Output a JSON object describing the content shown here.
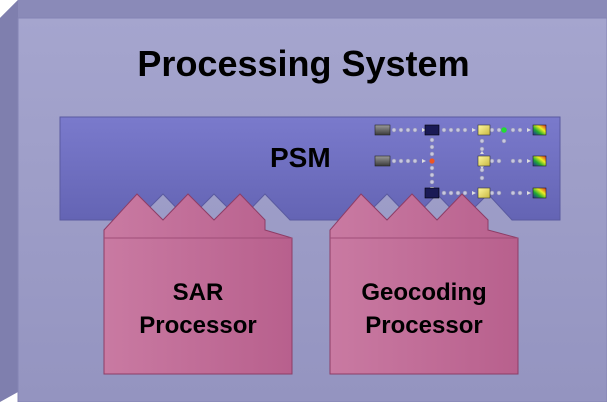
{
  "diagram": {
    "title": "Processing System",
    "psm_label": "PSM",
    "processors": [
      {
        "line1": "SAR",
        "line2": "Processor"
      },
      {
        "line1": "Geocoding",
        "line2": "Processor"
      }
    ],
    "workflow_icon": "processing-chain-graph",
    "colors": {
      "system_panel": "#9b9bc6",
      "system_panel_edge": "#7878a6",
      "psm_bar": "#6e6ec0",
      "processor_fill": "#c06a96",
      "processor_edge": "#8d3d66",
      "text": "#000000"
    }
  }
}
